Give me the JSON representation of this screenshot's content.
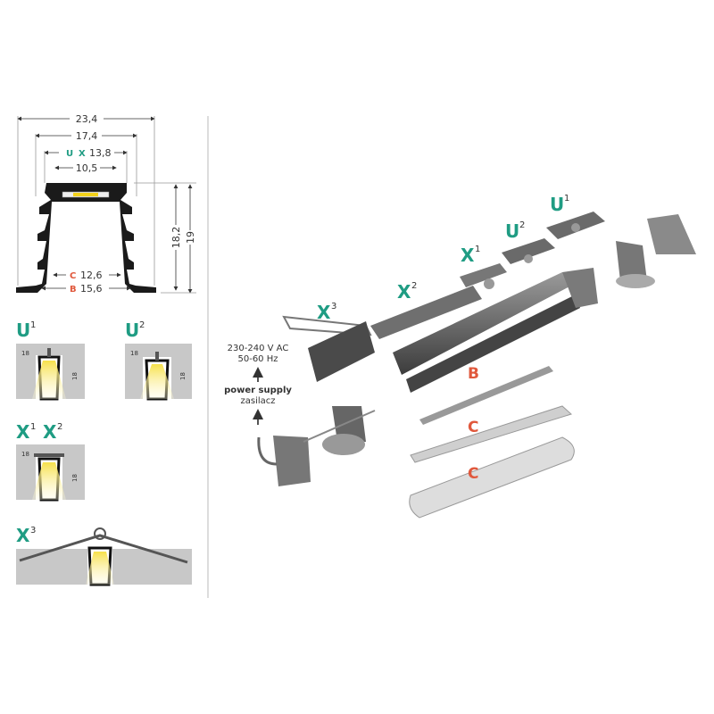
{
  "dimensions": {
    "outer_width": "23,4",
    "width_17": "17,4",
    "ux_letter_u": "U",
    "ux_letter_x": "X",
    "ux_width": "13,8",
    "inner_width": "10,5",
    "c_letter": "C",
    "c_width": "12,6",
    "b_letter": "B",
    "b_width": "15,6",
    "height_inner": "18,2",
    "height_outer": "19"
  },
  "mount_types": [
    {
      "letter": "U",
      "sup": "1",
      "dim_w": "18",
      "dim_h": "18"
    },
    {
      "letter": "U",
      "sup": "2",
      "dim_w": "18",
      "dim_h": "18"
    },
    {
      "letter": "X",
      "sup": "1",
      "letter2": "X",
      "sup2": "2",
      "dim_w": "18",
      "dim_h": "18"
    },
    {
      "letter": "X",
      "sup": "3"
    }
  ],
  "exploded": {
    "labels": [
      {
        "letter": "U",
        "sup": "1"
      },
      {
        "letter": "U",
        "sup": "2"
      },
      {
        "letter": "X",
        "sup": "1"
      },
      {
        "letter": "X",
        "sup": "2"
      },
      {
        "letter": "X",
        "sup": "3"
      }
    ],
    "covers": [
      "B",
      "C",
      "C"
    ],
    "power": {
      "voltage": "230-240 V AC",
      "frequency": "50-60 Hz",
      "label": "power supply",
      "label_pl": "zasilacz"
    }
  },
  "colors": {
    "teal": "#1f9c83",
    "red": "#e0583c",
    "profile": "#1a1a1a",
    "wall": "#c8c8c8",
    "led": "#f3d21c"
  }
}
